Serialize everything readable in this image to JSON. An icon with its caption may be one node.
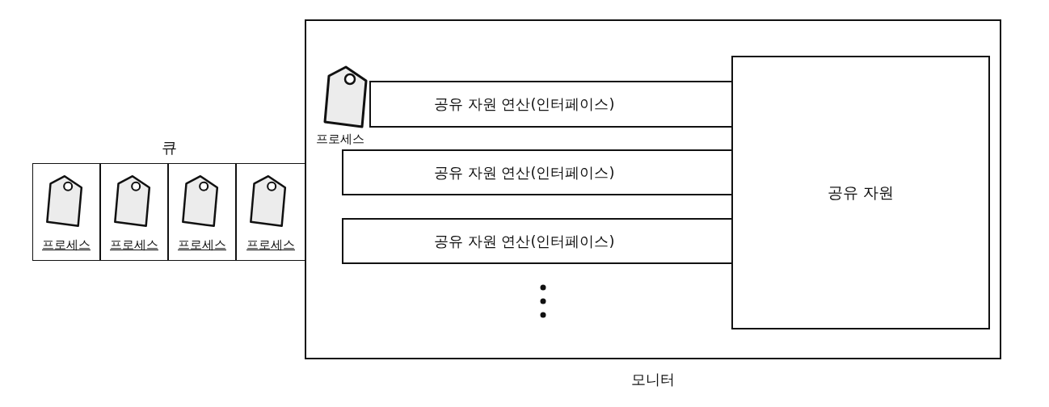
{
  "diagram": {
    "nodes": [
      {
        "text": [
          "큐"
        ]
      },
      {
        "text": [
          "프로세스"
        ],
        "in": 0
      },
      {
        "text": [
          "프로세스"
        ],
        "in": 0
      },
      {
        "text": [
          "프로세스"
        ],
        "in": 0
      },
      {
        "text": [
          "프로세스"
        ],
        "in": 0
      },
      {
        "text": [
          "모니터"
        ]
      },
      {
        "text": [
          "프로세스"
        ],
        "in": 5
      },
      {
        "text": [
          "공유 자원 연산(인터페이스)"
        ],
        "in": 5
      },
      {
        "text": [
          "공유 자원 연산(인터페이스)"
        ],
        "in": 5
      },
      {
        "text": [
          "공유 자원 연산(인터페이스)"
        ],
        "in": 5
      },
      {
        "text": [
          "공유 자원"
        ],
        "in": 5
      }
    ],
    "edges": []
  }
}
